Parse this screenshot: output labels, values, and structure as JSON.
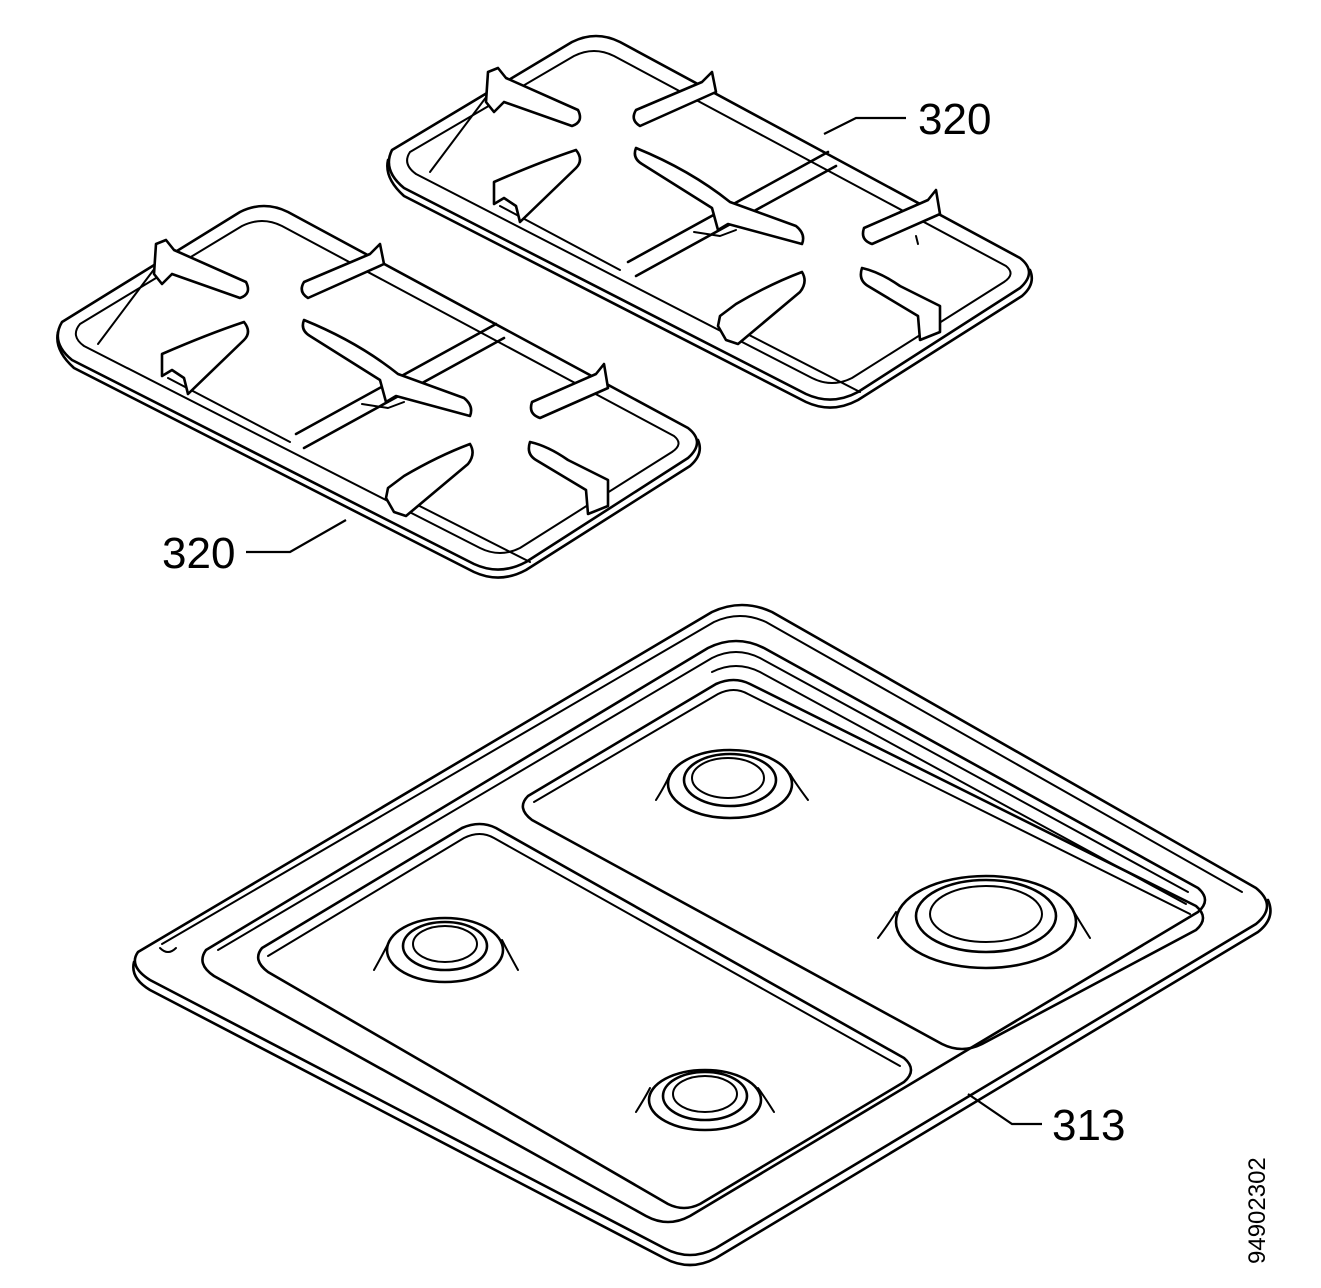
{
  "diagram": {
    "parts": [
      {
        "id": "grate-upper",
        "label": "320"
      },
      {
        "id": "grate-lower",
        "label": "320"
      },
      {
        "id": "hob-top",
        "label": "313"
      }
    ],
    "document_number": "94902302"
  }
}
